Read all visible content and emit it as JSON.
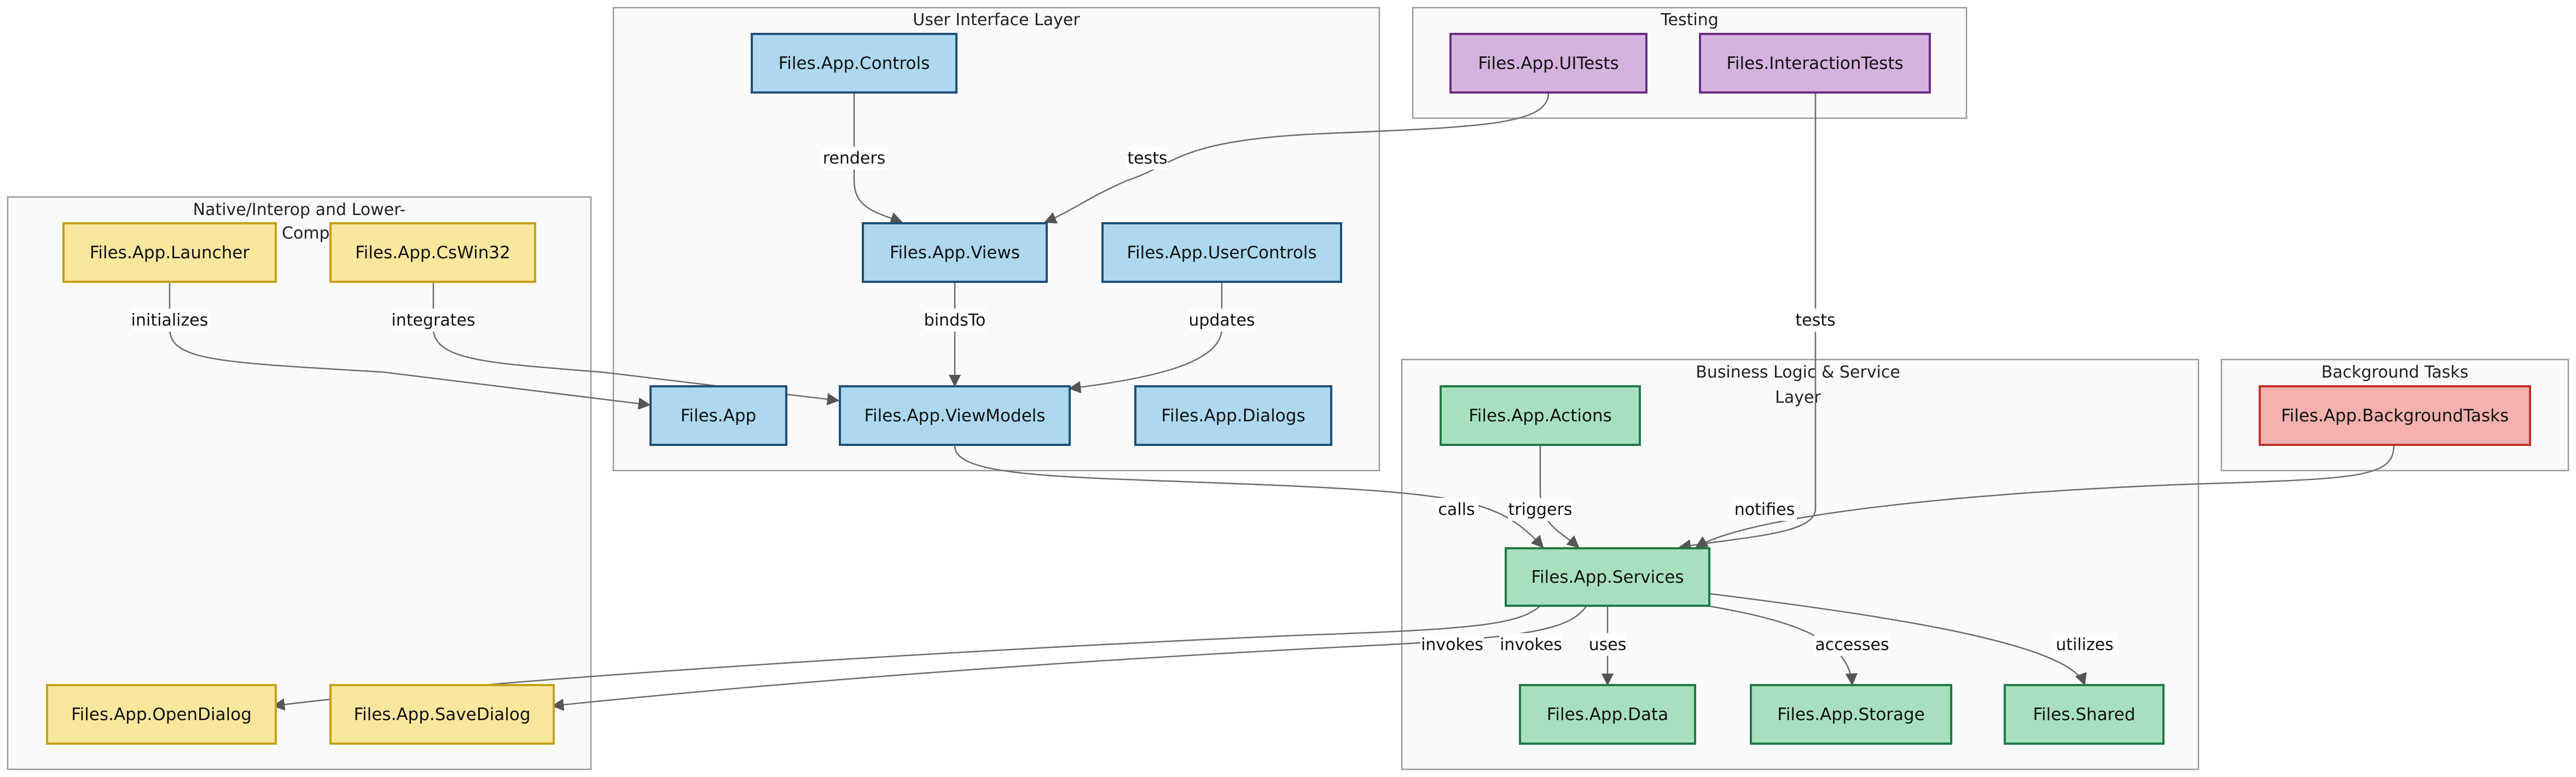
{
  "clusters": {
    "ui": {
      "title": "User Interface Layer"
    },
    "testing": {
      "title": "Testing"
    },
    "native": {
      "title_lines": [
        "Native/Interop and Lower-",
        "Compo"
      ]
    },
    "business": {
      "title_lines": [
        "Business Logic & Service",
        "Layer"
      ]
    },
    "background": {
      "title": "Background Tasks"
    }
  },
  "nodes": {
    "controls": "Files.App.Controls",
    "views": "Files.App.Views",
    "usercontrols": "Files.App.UserControls",
    "app": "Files.App",
    "viewmodels": "Files.App.ViewModels",
    "dialogs": "Files.App.Dialogs",
    "uitests": "Files.App.UITests",
    "interactiontests": "Files.InteractionTests",
    "launcher": "Files.App.Launcher",
    "cswin32": "Files.App.CsWin32",
    "opendialog": "Files.App.OpenDialog",
    "savedialog": "Files.App.SaveDialog",
    "actions": "Files.App.Actions",
    "services": "Files.App.Services",
    "data": "Files.App.Data",
    "storage": "Files.App.Storage",
    "shared": "Files.Shared",
    "backgroundtasks": "Files.App.BackgroundTasks"
  },
  "edge_labels": {
    "renders": "renders",
    "tests_ui": "tests",
    "binds_to": "bindsTo",
    "updates": "updates",
    "initializes": "initializes",
    "integrates": "integrates",
    "tests_interaction": "tests",
    "calls": "calls",
    "triggers": "triggers",
    "notifies": "notifies",
    "invokes_open": "invokes",
    "invokes_save": "invokes",
    "uses": "uses",
    "accesses": "accesses",
    "utilizes": "utilizes"
  },
  "colors": {
    "ui_fill": "#add8f0",
    "ui_stroke": "#1f4e79",
    "test_fill": "#d5b3e0",
    "test_stroke": "#6a2c82",
    "native_fill": "#fae79e",
    "native_stroke": "#c4a11a",
    "biz_fill": "#a8e0bf",
    "biz_stroke": "#1e7a45",
    "bg_fill": "#f5b1ad",
    "bg_stroke": "#c0302a"
  }
}
